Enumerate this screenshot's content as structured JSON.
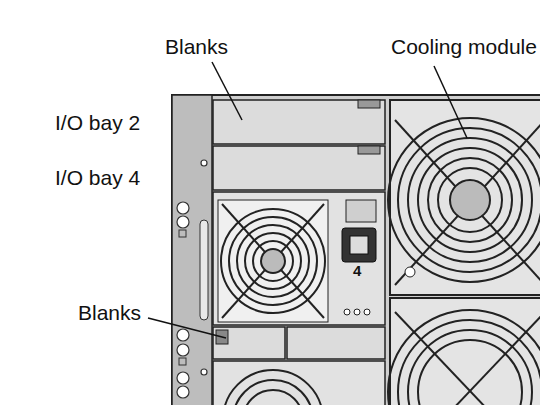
{
  "diagram": {
    "labels": [
      "Blanks",
      "Cooling module",
      "I/O bay 2",
      "I/O bay 4",
      "Blanks",
      "4"
    ]
  }
}
